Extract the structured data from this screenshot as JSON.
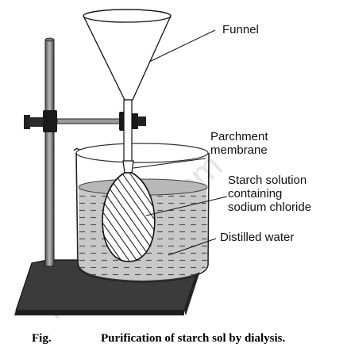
{
  "labels": {
    "funnel": "Funnel",
    "parchment_line1": "Parchment",
    "parchment_line2": "membrane",
    "starch_line1": "Starch solution",
    "starch_line2": "containing",
    "starch_line3": "sodium chloride",
    "water": "Distilled water"
  },
  "caption": {
    "prefix": "Fig.",
    "text": "Purification of starch sol by dialysis."
  },
  "watermark": "learncbse.com",
  "colors": {
    "ink": "#111111",
    "stand_base": "#3a3a3a",
    "clamp": "#222222",
    "water": "#c4c4c4",
    "glass_outline": "#333333"
  }
}
